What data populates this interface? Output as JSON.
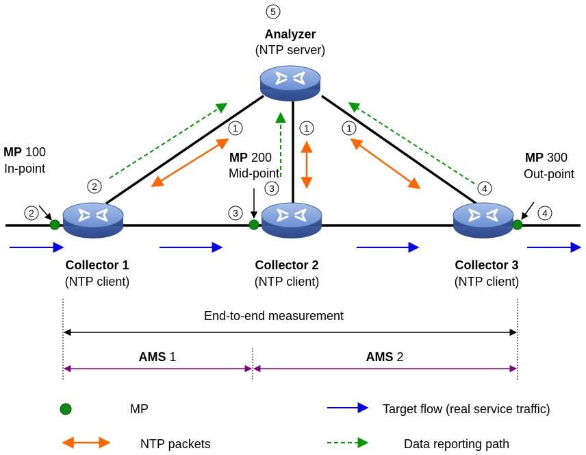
{
  "analyzer": {
    "step": "5",
    "name": "Analyzer",
    "role": "(NTP server)"
  },
  "collectors": [
    {
      "name": "Collector 1",
      "role": "(NTP client)"
    },
    {
      "name": "Collector 2",
      "role": "(NTP client)"
    },
    {
      "name": "Collector 3",
      "role": "(NTP client)"
    }
  ],
  "mps": [
    {
      "bold": "MP",
      "id": "100",
      "type": "In-point"
    },
    {
      "bold": "MP",
      "id": "200",
      "type": "Mid-point"
    },
    {
      "bold": "MP",
      "id": "300",
      "type": "Out-point"
    }
  ],
  "steps": {
    "s1_left": "1",
    "s1_mid": "1",
    "s1_right": "1",
    "s2_line": "2",
    "s2_port": "2",
    "s3_line": "3",
    "s3_port": "3",
    "s4_line": "4",
    "s4_port": "4"
  },
  "measure": {
    "e2e": "End-to-end measurement",
    "ams1_bold": "AMS",
    "ams1_num": "1",
    "ams2_bold": "AMS",
    "ams2_num": "2"
  },
  "legend": {
    "mp": "MP",
    "target": "Target flow (real service traffic)",
    "ntp": "NTP packets",
    "report": "Data reporting path"
  },
  "colors": {
    "mp_green": "#0a8a10",
    "target_blue": "#0000ee",
    "ntp_orange": "#ff6600",
    "report_green": "#009900",
    "ams_purple": "#800080",
    "router_blue": "#5b7fc4"
  }
}
